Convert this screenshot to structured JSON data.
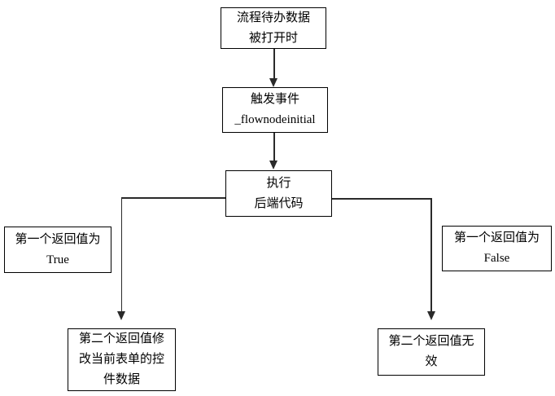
{
  "colors": {
    "background": "#ffffff",
    "border": "#000000",
    "connector": "#2a2a2a",
    "text": "#000000"
  },
  "flowchart": {
    "nodes": {
      "open_event": {
        "lines": [
          "流程待办数据",
          "被打开时"
        ]
      },
      "trigger_event": {
        "lines": [
          "触发事件",
          "_flownodeinitial"
        ]
      },
      "execute_backend": {
        "lines": [
          "执行",
          "后端代码"
        ]
      },
      "branch_true": {
        "lines": [
          "第一个返回值为",
          "True"
        ]
      },
      "branch_false": {
        "lines": [
          "第一个返回值为",
          "False"
        ]
      },
      "modify_form": {
        "lines": [
          "第二个返回值修",
          "改当前表单的控",
          "件数据"
        ]
      },
      "second_invalid": {
        "lines": [
          "第二个返回值无",
          "效"
        ]
      }
    }
  }
}
